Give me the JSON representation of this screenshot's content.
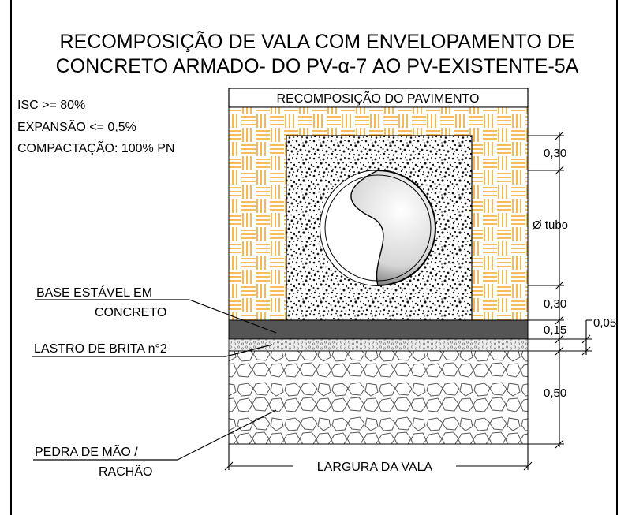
{
  "title": {
    "line1": "RECOMPOSIÇÃO DE VALA COM ENVELOPAMENTO DE",
    "line2": "CONCRETO ARMADO- DO PV-α-7 AO PV-EXISTENTE-5A"
  },
  "notes": {
    "isc": "ISC >= 80%",
    "expansao": "EXPANSÃO <= 0,5%",
    "compactacao": "COMPACTAÇÃO: 100% PN"
  },
  "labels": {
    "pavimento": "RECOMPOSIÇÃO DO PAVIMENTO",
    "base_line1": "BASE ESTÁVEL EM",
    "base_line2": "CONCRETO",
    "lastro": "LASTRO DE BRITA  n°2",
    "pedra_line1": "PEDRA DE MÃO /",
    "pedra_line2": "RACHÃO",
    "largura": "LARGURA DA VALA"
  },
  "dimensions": {
    "top_cover": "0,30",
    "tubo": "Ø tubo",
    "bottom_cover": "0,30",
    "base": "0,15",
    "lastro": "0,05",
    "rachao": "0,50"
  },
  "colors": {
    "backfill": "#f5a623",
    "base_concrete": "#555555",
    "pipe_gradient_dark": "#444444"
  }
}
